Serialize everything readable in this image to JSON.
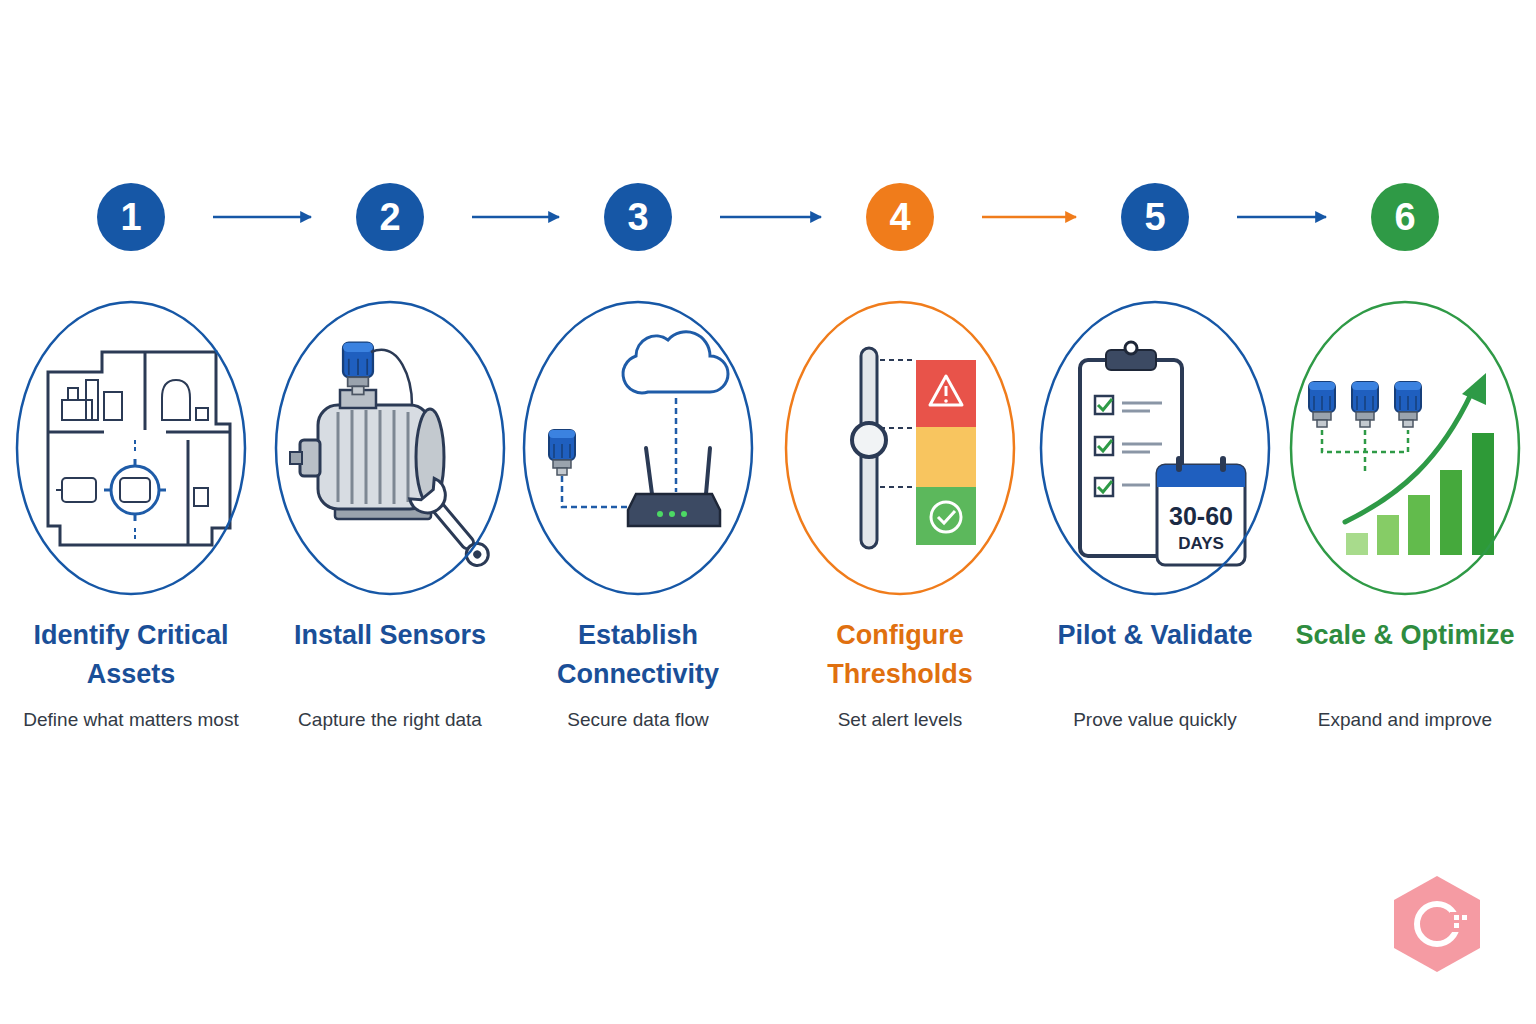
{
  "diagram": {
    "nodes": [
      {
        "text": [
          "1"
        ]
      },
      {
        "text": [
          "2"
        ]
      },
      {
        "text": [
          "3"
        ]
      },
      {
        "text": [
          "4"
        ]
      },
      {
        "text": [
          "5"
        ]
      },
      {
        "text": [
          "6"
        ]
      },
      {
        "text": [
          "Identify Critical Assets",
          "Define what matters most"
        ]
      },
      {
        "text": [
          "Install Sensors",
          "Capture the right data"
        ]
      },
      {
        "text": [
          "Establish Connectivity",
          "Secure data flow"
        ]
      },
      {
        "text": [
          "Configure Thresholds",
          "Set alert levels"
        ]
      },
      {
        "text": [
          "Pilot & Validate",
          "Prove value quickly"
        ]
      },
      {
        "text": [
          "Scale & Optimize",
          "Expand and improve"
        ]
      }
    ],
    "edges": [
      {
        "from": 0,
        "to": 1,
        "arrow": "to"
      },
      {
        "from": 1,
        "to": 2,
        "arrow": "to"
      },
      {
        "from": 2,
        "to": 3,
        "arrow": "to"
      },
      {
        "from": 3,
        "to": 4,
        "arrow": "to"
      },
      {
        "from": 4,
        "to": 5,
        "arrow": "to"
      }
    ],
    "labels": [
      "30-60",
      "DAYS"
    ]
  }
}
